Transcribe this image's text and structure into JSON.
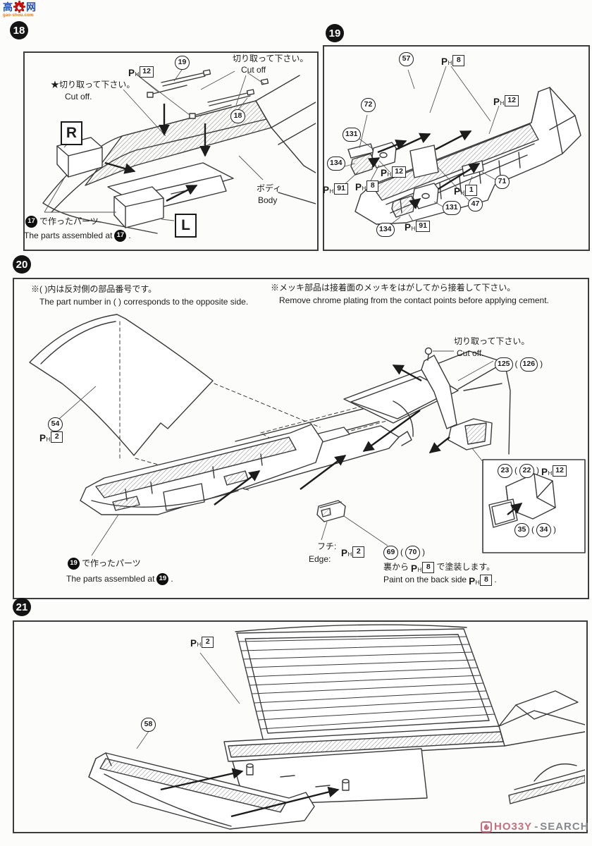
{
  "ph": {
    "p": "P",
    "h": "H"
  },
  "punct": {
    "open": "(",
    "close": ")",
    "period": ".",
    "colon": ":"
  },
  "watermark": {
    "char1": "高",
    "char2": "网",
    "domain": "gao-shou.com"
  },
  "footer": {
    "brand_left": "HO33Y",
    "sep": "-",
    "brand_right": "SEARCH"
  },
  "steps": {
    "s18": {
      "num": "18",
      "cutoff_jp": "切り取って下さい。",
      "cutoff_en": "Cut off",
      "star_cutoff_jp": "★切り取って下さい。",
      "star_cutoff_en": "Cut off.",
      "p19": "19",
      "p18": "18",
      "ph12": "12",
      "r": "R",
      "l": "L",
      "body_jp": "ボディ",
      "body_en": "Body",
      "made_ref": "17",
      "made_jp": "で作ったパーツ",
      "made_en": "The parts assembled at"
    },
    "s19": {
      "num": "19",
      "p57": "57",
      "p72": "72",
      "p131": "131",
      "p134": "134",
      "p71": "71",
      "p47": "47",
      "ph8": "8",
      "ph12": "12",
      "ph91": "91",
      "ph1": "1"
    },
    "s20": {
      "num": "20",
      "note1_jp": "※( )内は反対側の部品番号です。",
      "note1_en": "The part number in ( ) corresponds to the opposite side.",
      "note2_jp": "※メッキ部品は接着面のメッキをはがしてから接着して下さい。",
      "note2_en": "Remove chrome plating from the contact points before applying cement.",
      "cutoff_jp": "切り取って下さい。",
      "cutoff_en": "Cut off.",
      "p125": "125",
      "p126": "126",
      "p54": "54",
      "ph2": "2",
      "p23": "23",
      "p22": "22",
      "ph12": "12",
      "p35": "35",
      "p34": "34",
      "edge_jp": "フチ",
      "edge_en": "Edge",
      "edge_ph": "2",
      "p69": "69",
      "p70": "70",
      "ph8": "8",
      "paint_jp_pre": "裏から",
      "paint_jp_post": "で塗装します。",
      "paint_en_pre": "Paint on the back side",
      "made_ref": "19",
      "made_jp": "で作ったパーツ",
      "made_en": "The parts assembled at"
    },
    "s21": {
      "num": "21",
      "ph2": "2",
      "p58": "58"
    }
  }
}
